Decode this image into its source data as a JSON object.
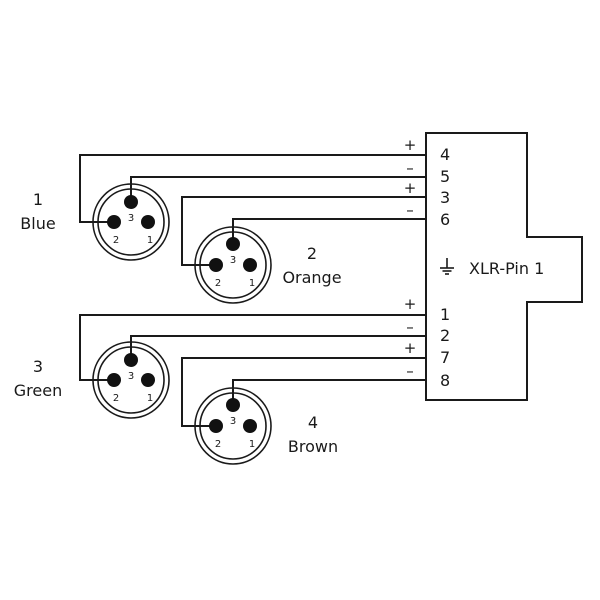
{
  "connectors": [
    {
      "number": "1",
      "color": "Blue",
      "pins": {
        "p3": "3",
        "p2": "2",
        "p1": "1"
      }
    },
    {
      "number": "2",
      "color": "Orange",
      "pins": {
        "p3": "3",
        "p2": "2",
        "p1": "1"
      }
    },
    {
      "number": "3",
      "color": "Green",
      "pins": {
        "p3": "3",
        "p2": "2",
        "p1": "1"
      }
    },
    {
      "number": "4",
      "color": "Brown",
      "pins": {
        "p3": "3",
        "p2": "2",
        "p1": "1"
      }
    }
  ],
  "main_connector": {
    "label": "XLR-Pin 1",
    "ground_icon": "ground-icon",
    "pins": [
      {
        "number": "4",
        "sign": "+"
      },
      {
        "number": "5",
        "sign": "–"
      },
      {
        "number": "3",
        "sign": "+"
      },
      {
        "number": "6",
        "sign": "–"
      },
      {
        "number": "1",
        "sign": "+"
      },
      {
        "number": "2",
        "sign": "–"
      },
      {
        "number": "7",
        "sign": "+"
      },
      {
        "number": "8",
        "sign": "–"
      }
    ]
  },
  "colors": {
    "line": "#1a1a1a",
    "background": "#ffffff"
  }
}
